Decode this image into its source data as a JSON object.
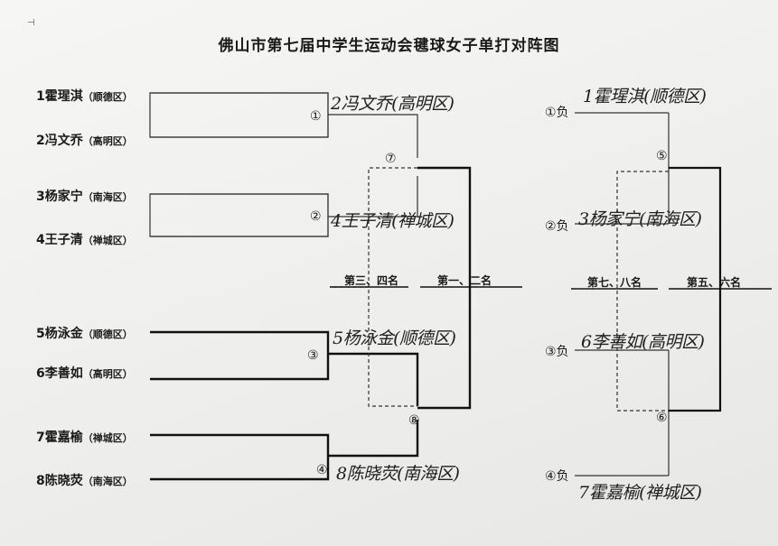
{
  "title": "佛山市第七届中学生运动会毽球女子单打对阵图",
  "corner_mark": "⊣",
  "players": [
    {
      "name": "1霍瑆淇",
      "district": "（顺德区）"
    },
    {
      "name": "2冯文乔",
      "district": "（高明区）"
    },
    {
      "name": "3杨家宁",
      "district": "（南海区）"
    },
    {
      "name": "4王子清",
      "district": "（禅城区）"
    },
    {
      "name": "5杨泳金",
      "district": "（顺德区）"
    },
    {
      "name": "6李善如",
      "district": "（高明区）"
    },
    {
      "name": "7霍嘉榆",
      "district": "（禅城区）"
    },
    {
      "name": "8陈晓荧",
      "district": "（南海区）"
    }
  ],
  "match_numbers": [
    "①",
    "②",
    "③",
    "④",
    "⑤",
    "⑥",
    "⑦",
    "⑧"
  ],
  "winners_handwritten": {
    "m1": "2冯文乔(高明区)",
    "m2": "4王子清(禅城区)",
    "m3": "5杨泳金(顺德区)",
    "m4": "8陈晓荧(南海区)"
  },
  "ranks": {
    "third_fourth": "第三、四名",
    "first_second": "第一、二名",
    "seventh_eighth": "第七、八名",
    "fifth_sixth": "第五、六名"
  },
  "losers_bracket": {
    "labels": [
      "①负",
      "②负",
      "③负",
      "④负"
    ],
    "handwritten": [
      "1霍瑆淇(顺德区)",
      "3杨家宁(南海区)",
      "6李善如(高明区)",
      "7霍嘉榆(禅城区)"
    ]
  }
}
